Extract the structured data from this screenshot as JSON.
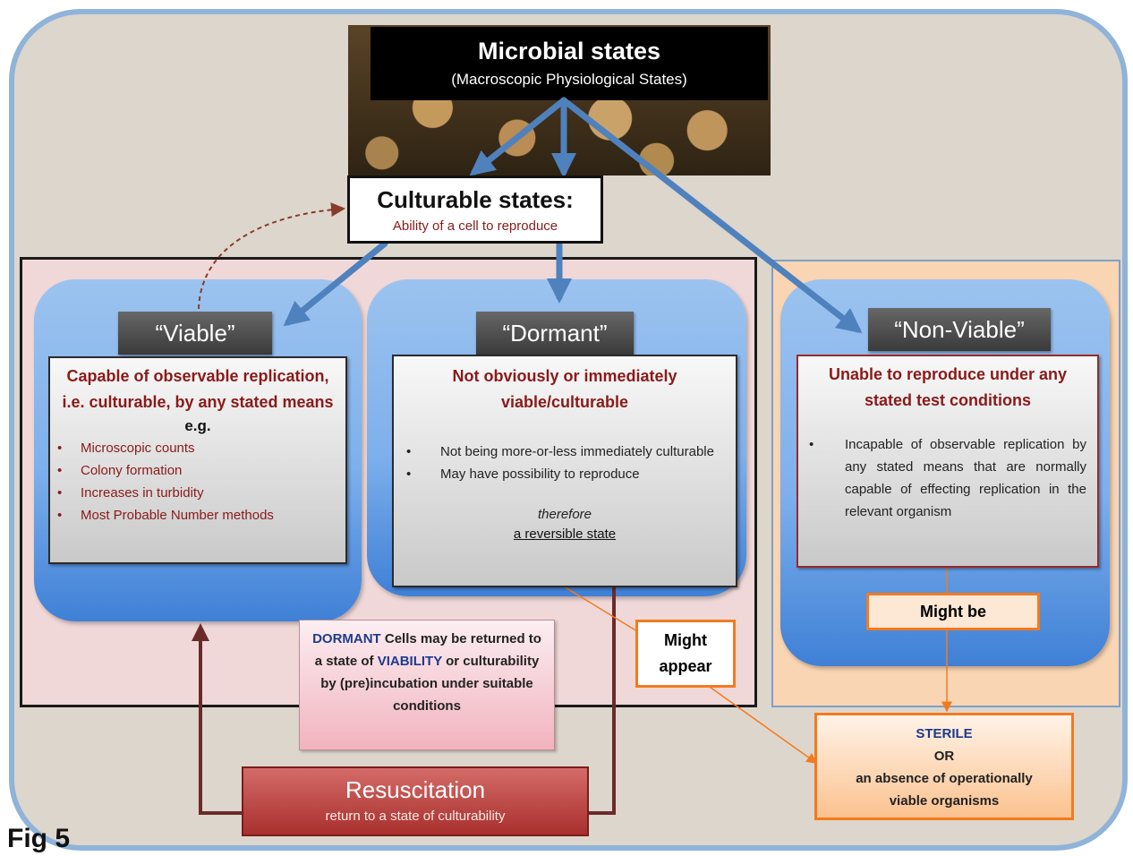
{
  "title": "Microbial states",
  "subtitle": "(Macroscopic Physiological States)",
  "culturable": {
    "title": "Culturable states:",
    "subtitle": "Ability of a cell to reproduce"
  },
  "viable": {
    "header": "“Viable”",
    "title": "Capable of observable replication, i.e. culturable, by any stated means",
    "eg": "e.g.",
    "items": [
      "Microscopic counts",
      "Colony formation",
      "Increases in turbidity",
      "Most Probable Number methods"
    ]
  },
  "dormant": {
    "header": "“Dormant”",
    "title": "Not obviously or immediately viable/culturable",
    "items": [
      "Not being more-or-less immediately culturable",
      "May have possibility to reproduce"
    ],
    "therefore": "therefore",
    "reversible": "a reversible state"
  },
  "nonviable": {
    "header": "“Non-Viable”",
    "title": "Unable to reproduce under any stated test conditions",
    "items": [
      "Incapable of observable replication by any stated means that are normally capable of effecting replication in the relevant organism"
    ]
  },
  "dormant_note": {
    "part1": "DORMANT",
    "part2": " Cells may be returned to a state of ",
    "part3": "VIABILITY",
    "part4": " or culturability by (pre)incubation under suitable conditions"
  },
  "resuscitation": {
    "title": "Resuscitation",
    "subtitle": "return to a state of culturability"
  },
  "might_appear": "Might appear",
  "might_be": "Might be",
  "sterile": {
    "title": "STERILE",
    "or": "OR",
    "text": "an absence of operationally viable organisms"
  },
  "figure_label": "Fig 5",
  "colors": {
    "frame": "#8fb3d9",
    "arrow_blue": "#4f81bd",
    "title_red": "#8a1a1a",
    "orange": "#f47a1f",
    "dark_red": "#6b2a2a"
  }
}
